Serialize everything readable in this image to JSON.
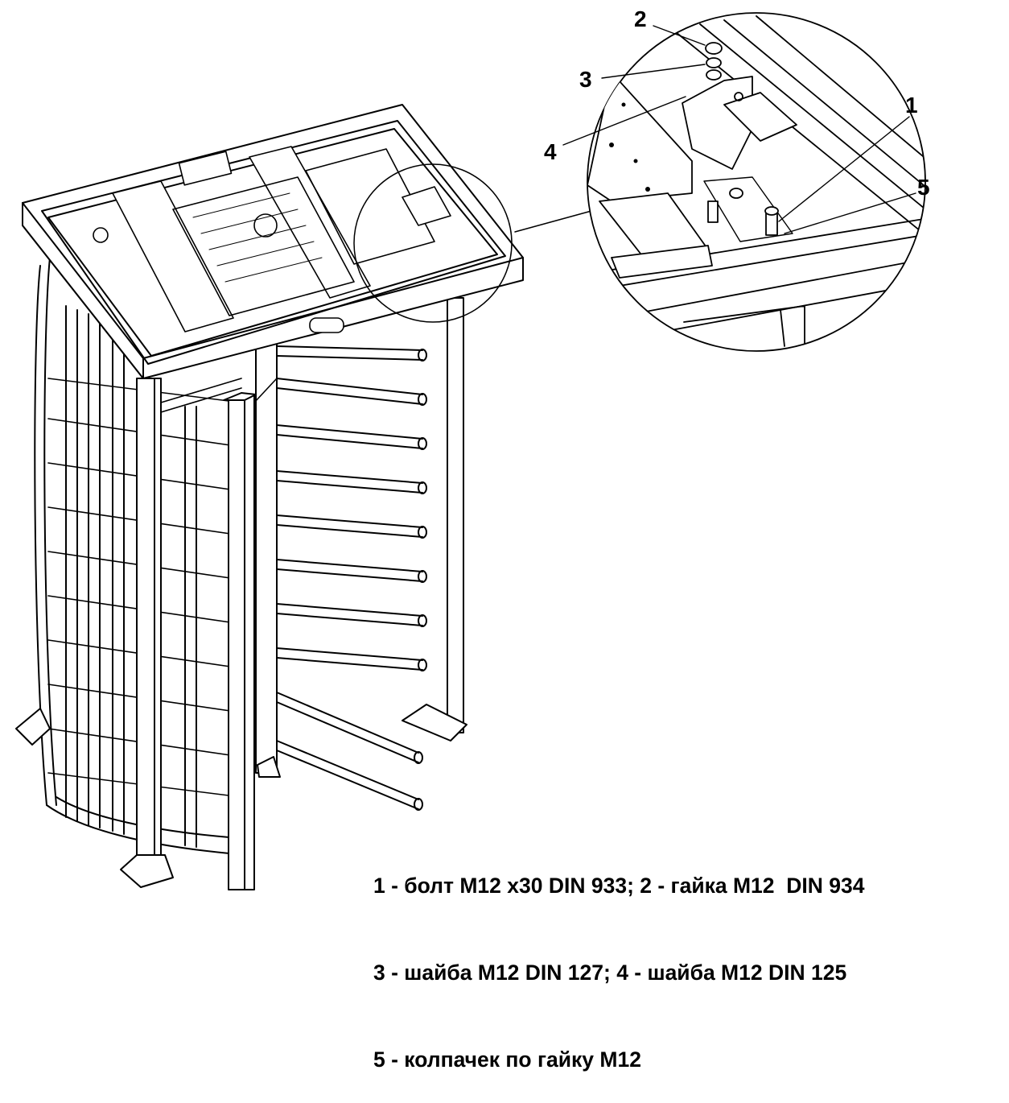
{
  "callouts": [
    "1",
    "2",
    "3",
    "4",
    "5"
  ],
  "legend": {
    "line1": "1 - болт M12 x30 DIN 933; 2 - гайка M12  DIN 934",
    "line2": "3 - шайба M12 DIN 127; 4 - шайба M12 DIN 125",
    "line3": "5 - колпачек по гайку M12"
  }
}
